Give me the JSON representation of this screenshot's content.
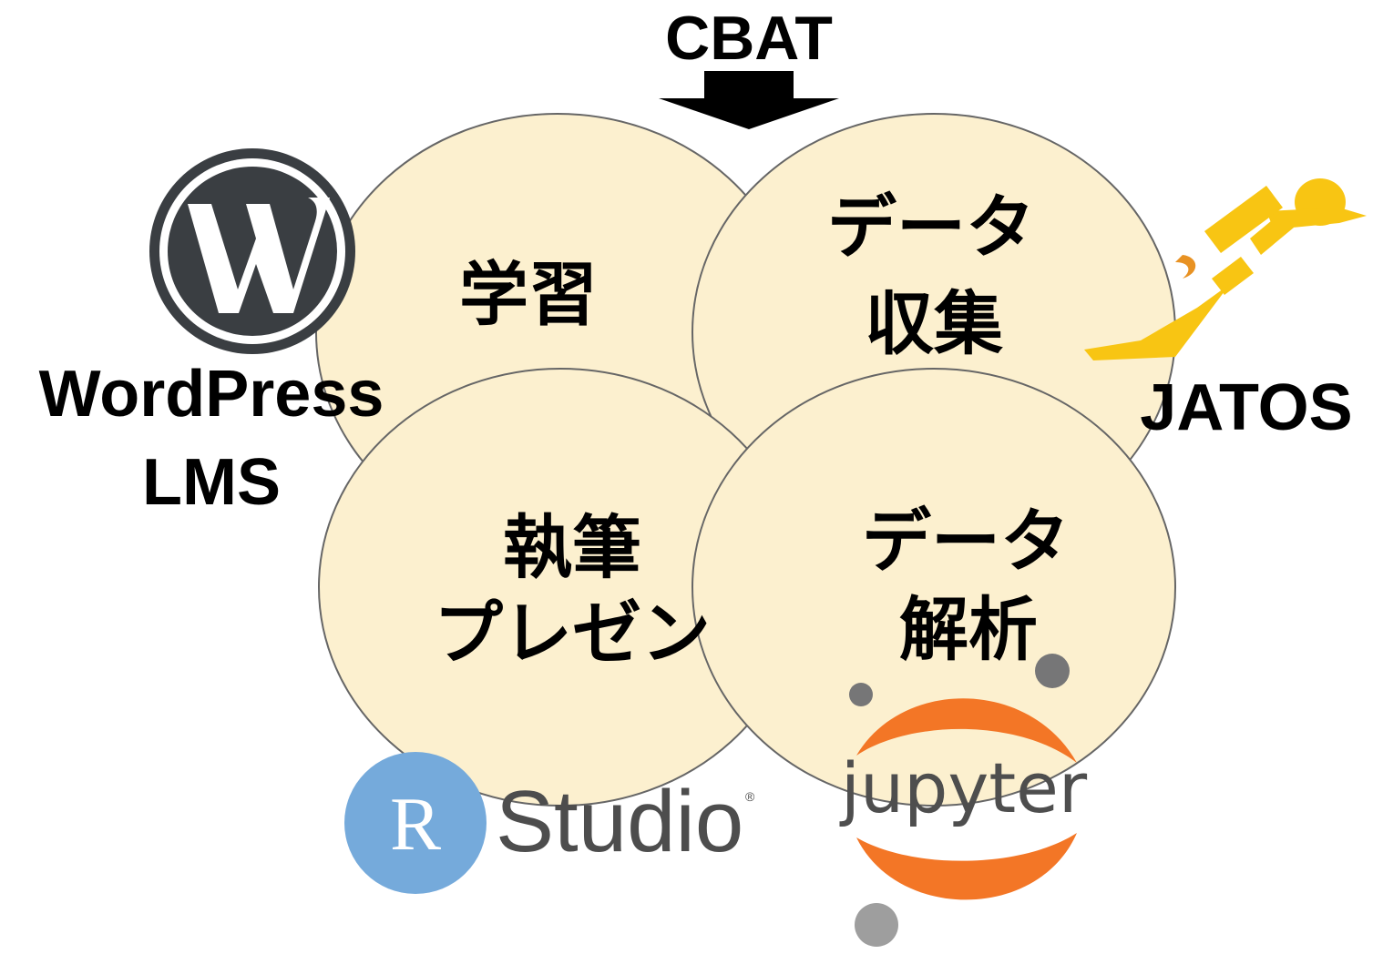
{
  "top": {
    "title": "CBAT"
  },
  "circles": {
    "learning": "学習",
    "data_collection": [
      "データ",
      "収集"
    ],
    "writing": [
      "執筆",
      "プレゼン"
    ],
    "data_analysis": [
      "データ",
      "解析"
    ]
  },
  "tools": {
    "wordpress": [
      "WordPress",
      "LMS"
    ],
    "jatos": "JATOS",
    "rstudio": {
      "badge_letter": "R",
      "wordmark": "Studio",
      "registered_mark": "®"
    },
    "jupyter": "jupyter"
  },
  "icons": {
    "wordpress": "wordpress-logo-icon",
    "jatos": "jatos-logo-icon",
    "rstudio": "rstudio-logo-icon",
    "jupyter": "jupyter-logo-icon",
    "arrow": "down-arrow-icon"
  },
  "colors": {
    "circle_fill": "#fcf0cf",
    "circle_stroke": "#666666",
    "wordpress": "#3a3e42",
    "jatos_yellow": "#f8c513",
    "jatos_orange": "#e89223",
    "rstudio_blue": "#75aadb",
    "rstudio_gray": "#4d4d4d",
    "jupyter_orange": "#f37626",
    "jupyter_gray": "#767677",
    "jupyter_text": "#4e4e4e"
  }
}
